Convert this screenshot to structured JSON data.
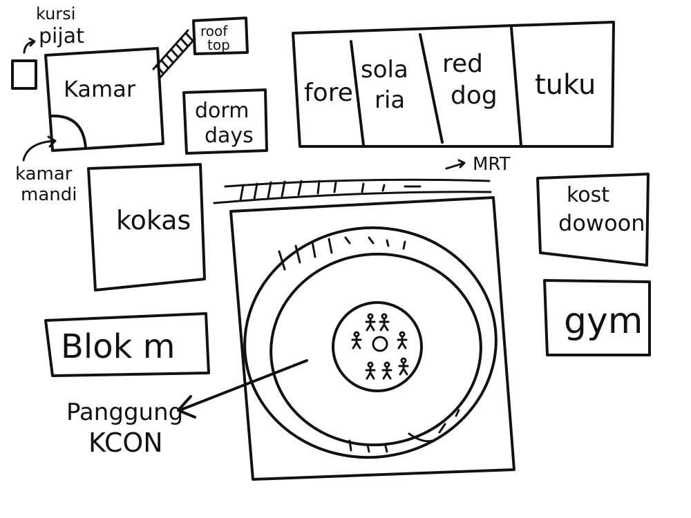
{
  "labels": {
    "kursi_pijat_line1": "kursi",
    "kursi_pijat_line2": "pijat",
    "kamar": "Kamar",
    "rooftop_line1": "roof",
    "rooftop_line2": "top",
    "kamar_mandi_line1": "kamar",
    "kamar_mandi_line2": "mandi",
    "dorm_days_line1": "dorm",
    "dorm_days_line2": "days",
    "fore": "fore",
    "solaria_line1": "sola",
    "solaria_line2": "ria",
    "red_dog_line1": "red",
    "red_dog_line2": "dog",
    "tuku": "tuku",
    "mrt": "MRT",
    "kokas": "kokas",
    "kost_dowoon_line1": "kost",
    "kost_dowoon_line2": "dowoon",
    "gym": "gym",
    "blok_m": "Blok m",
    "panggung_line1": "Panggung",
    "panggung_line2": "KCON"
  },
  "colors": {
    "ink": "#111111",
    "paper": "#ffffff"
  }
}
